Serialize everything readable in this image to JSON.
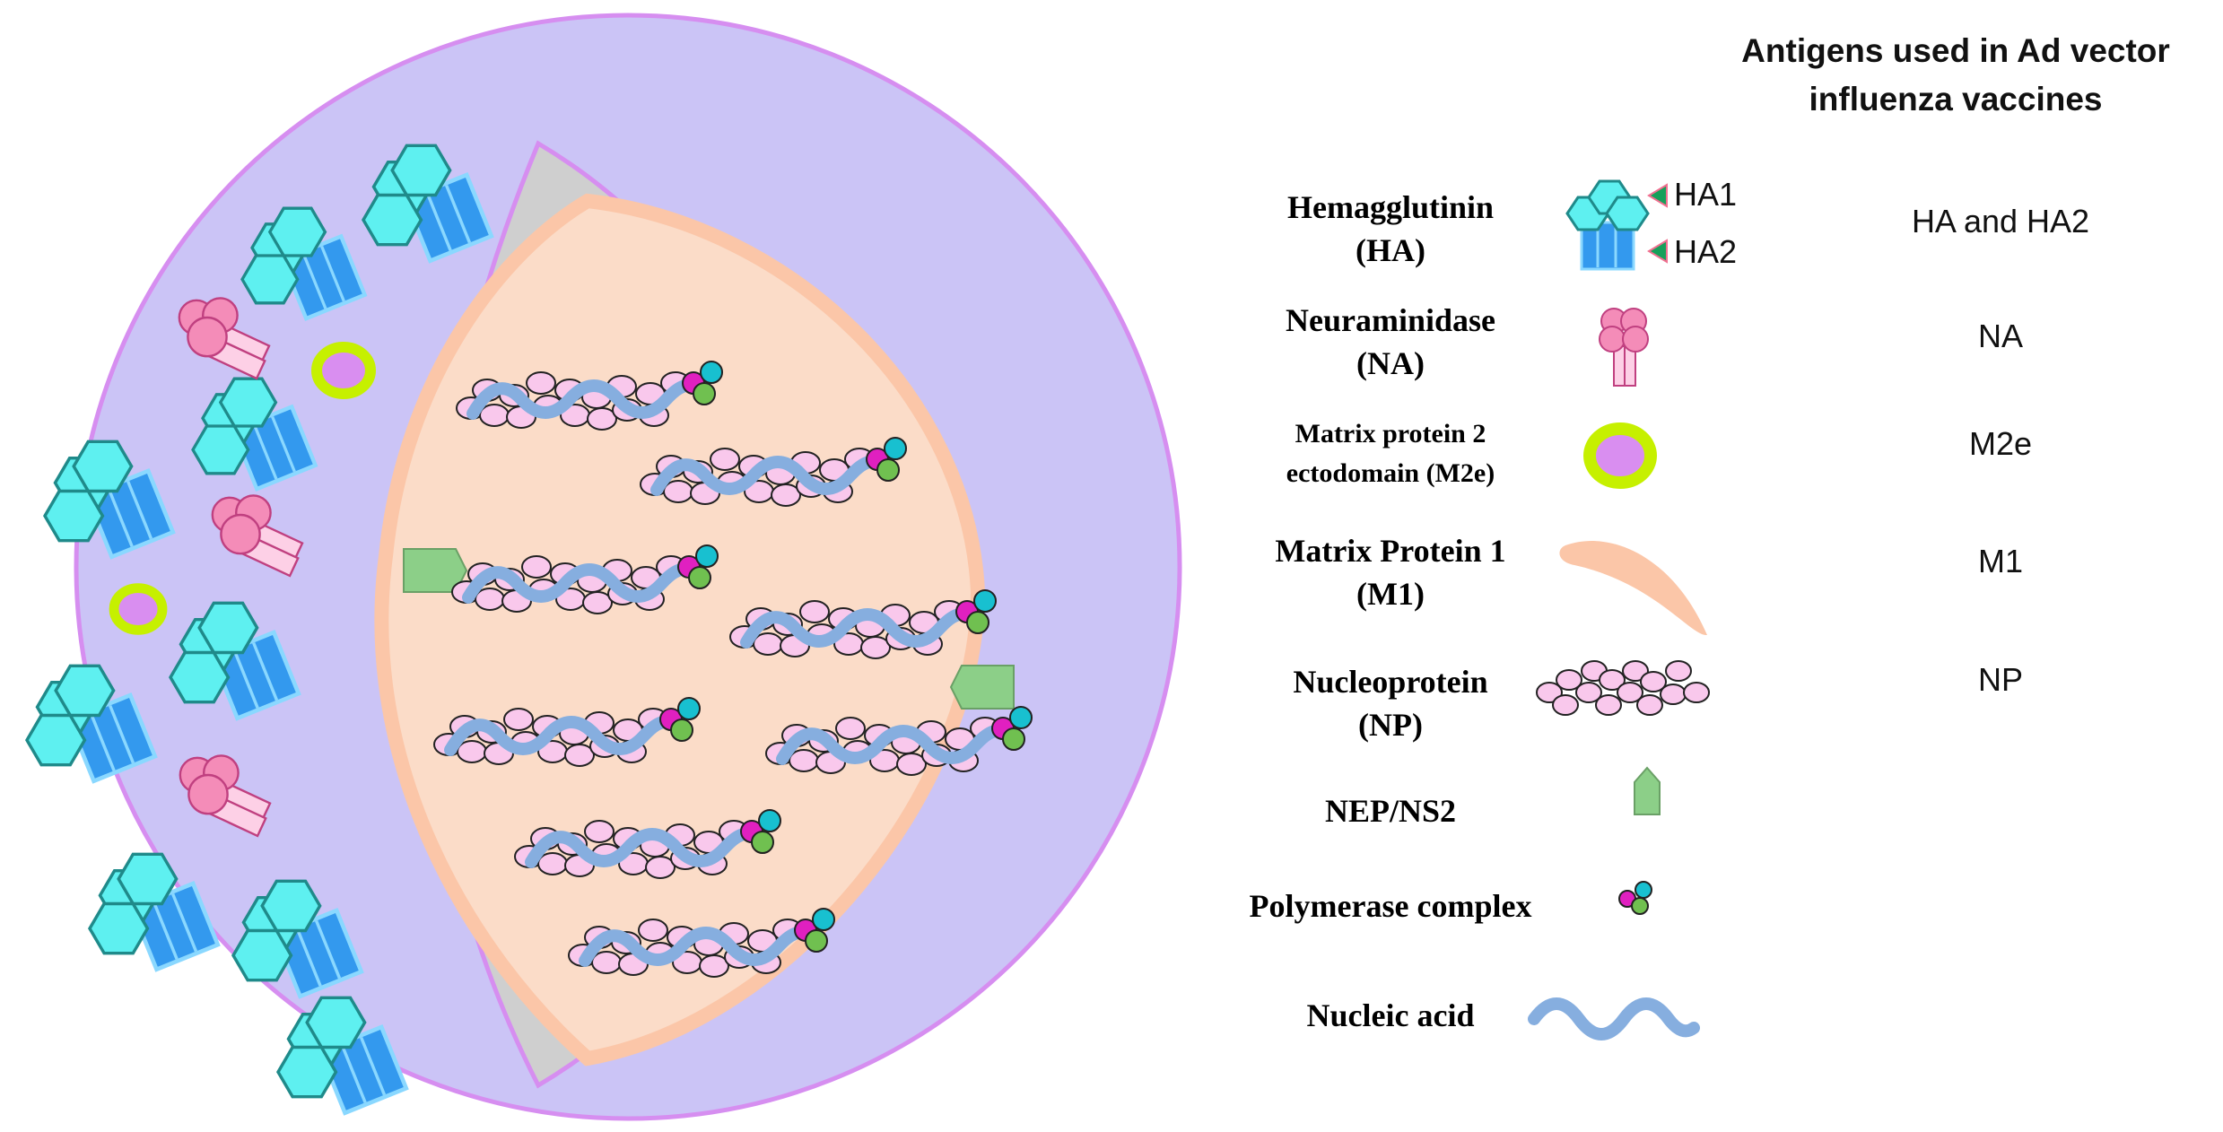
{
  "header": {
    "line1": "Antigens used in Ad vector",
    "line2": "influenza vaccines"
  },
  "legend": [
    {
      "name_line1": "Hemagglutinin",
      "name_line2": "(HA)",
      "icon": "hemagglutinin-icon",
      "antigen": "HA and HA2"
    },
    {
      "name_line1": "Neuraminidase",
      "name_line2": "(NA)",
      "icon": "neuraminidase-icon",
      "antigen": "NA"
    },
    {
      "name_line1": "Matrix protein 2",
      "name_line2": "ectodomain (M2e)",
      "icon": "m2e-icon",
      "antigen": "M2e"
    },
    {
      "name_line1": "Matrix Protein 1",
      "name_line2": "(M1)",
      "icon": "matrix-protein-icon",
      "antigen": "M1"
    },
    {
      "name_line1": "Nucleoprotein",
      "name_line2": "(NP)",
      "icon": "nucleoprotein-icon",
      "antigen": "NP"
    },
    {
      "name_line1": "NEP/NS2",
      "icon": "nep-ns2-icon"
    },
    {
      "name_line1": "Polymerase complex",
      "icon": "polymerase-complex-icon"
    },
    {
      "name_line1": "Nucleic acid",
      "icon": "nucleic-acid-icon"
    }
  ],
  "ha_labels": {
    "ha1": "HA1",
    "ha2": "HA2"
  },
  "colors": {
    "envelope": "#cbc4f6",
    "membrane_outline": "#d68ef0",
    "capsid_grey": "#cfcfcf",
    "core": "#fbdcc8",
    "matrix_protein": "#fbc6a8",
    "ha_head": "#5ef0f0",
    "ha_stalk": "#3399ee",
    "na": "#f48cb8",
    "m2e_ring": "#c6f000",
    "m2e_center": "#d98ef0",
    "nucleoprotein": "#f9c8ec",
    "nucleic_acid": "#86aedf",
    "polymerase_magenta": "#e020c0",
    "polymerase_cyan": "#18c0d0",
    "polymerase_green": "#70c050",
    "nep_ns2": "#8ccf88",
    "arrow_green": "#16a05a",
    "arrow_pink": "#f07090"
  }
}
